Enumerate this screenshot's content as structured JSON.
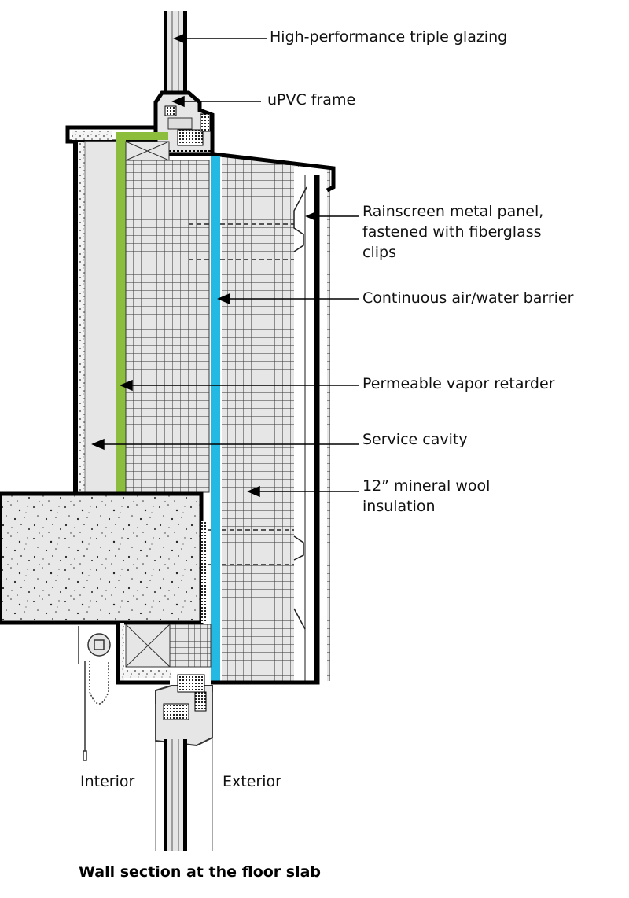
{
  "diagram": {
    "caption": "Wall section at the floor slab",
    "colors": {
      "vapor_retarder": "#8dbd3c",
      "air_water_barrier": "#23b9e3",
      "fill_light": "#e6e6e6",
      "line": "#000000"
    },
    "callouts": [
      {
        "id": "glazing",
        "lines": [
          "High-performance triple glazing"
        ]
      },
      {
        "id": "frame",
        "lines": [
          "uPVC frame"
        ]
      },
      {
        "id": "rainscreen",
        "lines": [
          "Rainscreen metal panel,",
          "fastened with fiberglass",
          "clips"
        ]
      },
      {
        "id": "barrier",
        "lines": [
          "Continuous air/water barrier"
        ]
      },
      {
        "id": "vapor",
        "lines": [
          "Permeable vapor retarder"
        ]
      },
      {
        "id": "cavity",
        "lines": [
          "Service cavity"
        ]
      },
      {
        "id": "insulation",
        "lines": [
          "12” mineral wool",
          "insulation"
        ]
      }
    ],
    "side_labels": {
      "interior": "Interior",
      "exterior": "Exterior"
    }
  }
}
